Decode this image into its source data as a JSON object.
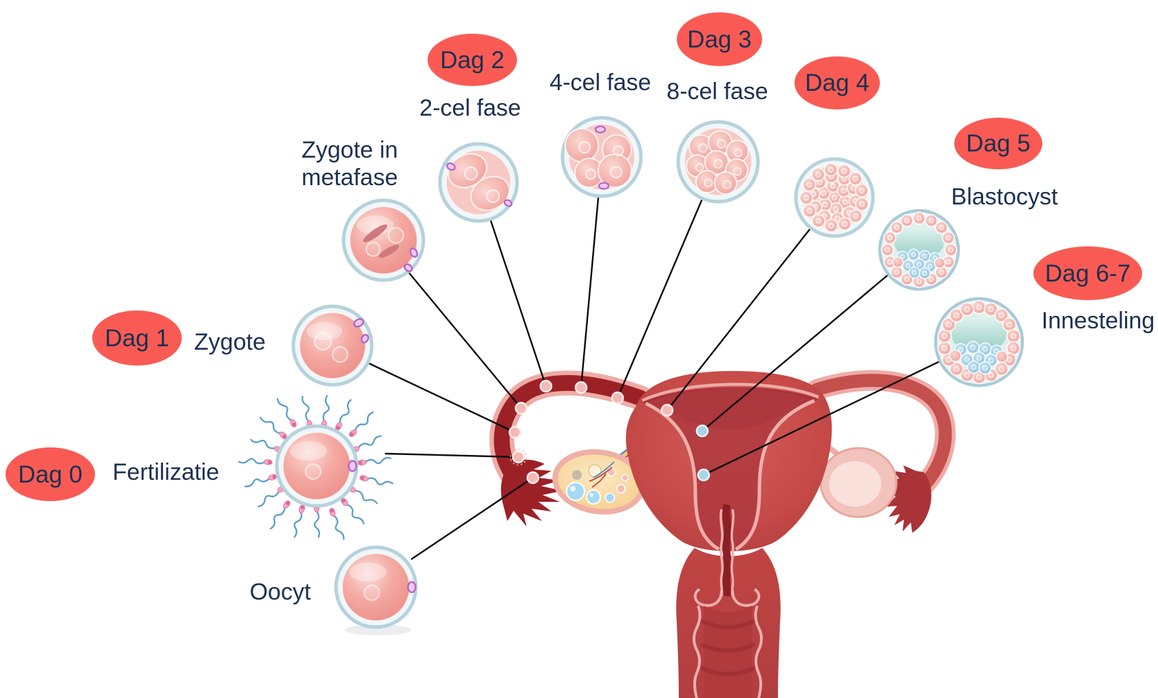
{
  "diagram_title": "",
  "stages": [
    {
      "id": "oocyt",
      "name": "Oocyt"
    },
    {
      "id": "fertilizatie",
      "day": "Dag 0",
      "name": "Fertilizatie"
    },
    {
      "id": "zygote",
      "day": "Dag 1",
      "name": "Zygote"
    },
    {
      "id": "zygote-metafase",
      "name": "Zygote in metafase",
      "name_line1": "Zygote in",
      "name_line2": "metafase"
    },
    {
      "id": "twee-cel-fase",
      "day": "Dag 2",
      "name": "2-cel fase"
    },
    {
      "id": "vier-cel-fase",
      "name": "4-cel fase"
    },
    {
      "id": "acht-cel-fase",
      "day": "Dag 3",
      "name": "8-cel fase"
    },
    {
      "id": "morula",
      "day": "Dag 4"
    },
    {
      "id": "blastocyst",
      "day": "Dag 5",
      "name": "Blastocyst"
    },
    {
      "id": "innesteling",
      "day": "Dag 6-7",
      "name": "Innesteling"
    }
  ],
  "colors": {
    "day_badge_red": "#F95B54",
    "label_navy": "#1B3150",
    "connector_black": "#0B0B0B",
    "uterus_red": "#C64A48",
    "tube_interior_dark_red": "#9C2127",
    "outline_pink": "#EFABA6",
    "ovary_yellow": "#F6CE87",
    "cell_pink": "#F2A09A",
    "zona_ring_blue": "#B6D2DC",
    "blastocyst_inner_blue": "#85BEDC",
    "blastocyst_cavity_teal": "#BFE4DE",
    "sperm_tail_blue": "#5B9FC8"
  }
}
